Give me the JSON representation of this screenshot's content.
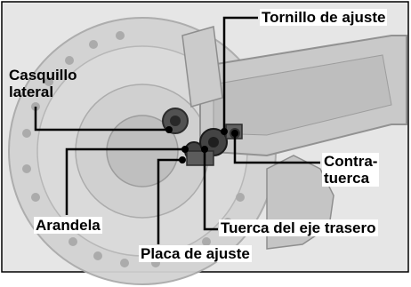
{
  "figure": {
    "colors": {
      "frame": "#000000",
      "photo_background": "#e6e6e6",
      "leader_line": "#000000",
      "label_text": "#000000"
    },
    "labels": {
      "adjusting_bolt": "Tornillo de ajuste",
      "side_collar": "Casquillo\nlateral",
      "lock_nut": "Contra-\ntuerca",
      "washer": "Arandela",
      "rear_axle_nut": "Tuerca del eje trasero",
      "adjusting_plate": "Placa de ajuste"
    }
  }
}
